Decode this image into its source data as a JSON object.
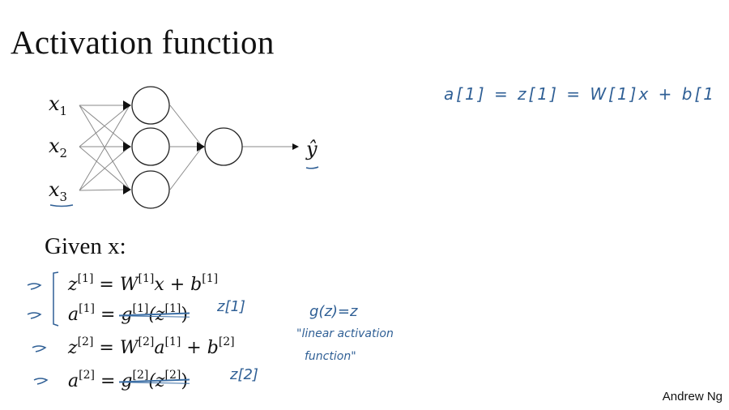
{
  "slide": {
    "title": "Activation function",
    "author": "Andrew Ng",
    "network": {
      "inputs": [
        "x1",
        "x2",
        "x3"
      ],
      "input_labels": [
        {
          "base": "x",
          "sub": "1"
        },
        {
          "base": "x",
          "sub": "2"
        },
        {
          "base": "x",
          "sub": "3"
        }
      ],
      "hidden_units": 3,
      "output_units": 1,
      "output_label": "ŷ"
    },
    "given_label": "Given  x:",
    "equations": [
      {
        "lhs": "z",
        "lhs_sup": "[1]",
        "rhs": "= W[1]x + b[1]",
        "rhs_parts": [
          "W",
          "[1]",
          "x + b",
          "[1]"
        ]
      },
      {
        "lhs": "a",
        "lhs_sup": "[1]",
        "rhs_struck": "g[1](z[1])",
        "rhs_parts": [
          "g",
          "[1]",
          "(z",
          "[1]",
          ")"
        ]
      },
      {
        "lhs": "z",
        "lhs_sup": "[2]",
        "rhs": "= W[2]a[1] + b[2]",
        "rhs_parts": [
          "W",
          "[2]",
          "a",
          "[1]",
          " + b",
          "[2]"
        ]
      },
      {
        "lhs": "a",
        "lhs_sup": "[2]",
        "rhs_struck": "g[2](z[2])",
        "rhs_parts": [
          "g",
          "[2]",
          "(z",
          "[2]",
          ")"
        ]
      }
    ],
    "handwritten": {
      "top_right": "a[1] = z[1] = W[1]x + b[1",
      "z1_note": "z[1]",
      "z2_note": "z[2]",
      "linear_def": "g(z)=z",
      "linear_label_1": "\"linear activation",
      "linear_label_2": "function\"",
      "arrow": "→",
      "ink_color": "#2f5f95"
    }
  }
}
